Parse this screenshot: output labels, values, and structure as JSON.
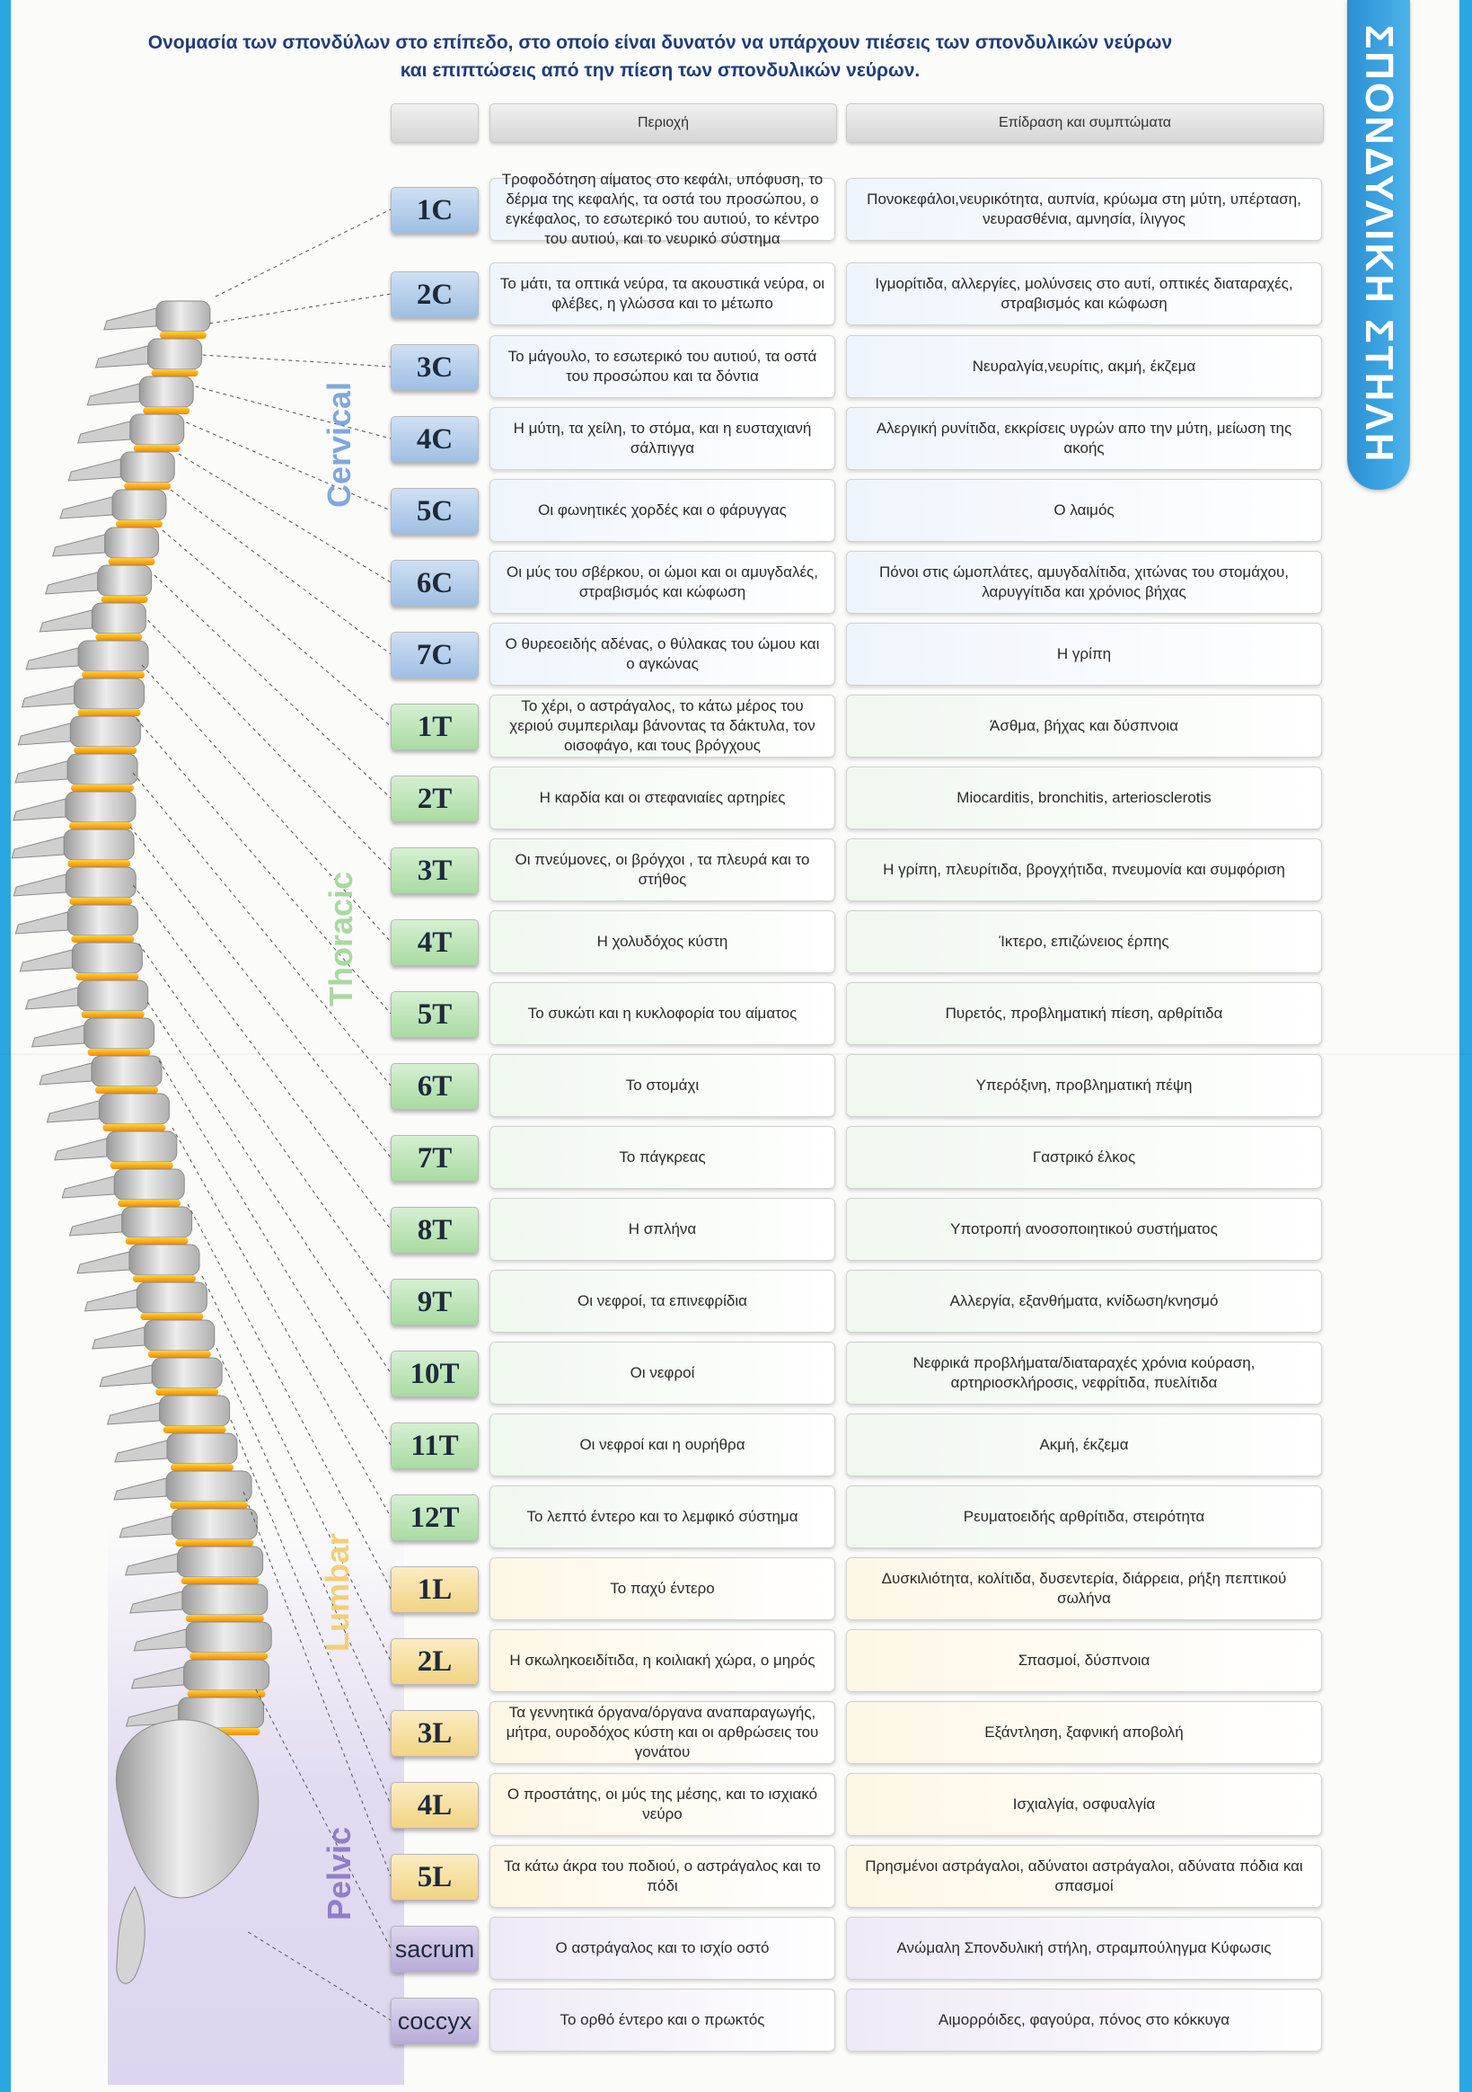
{
  "title": {
    "line1": "Ονομασία των σπονδύλων στο επίπεδο, στο οποίο είναι δυνατόν να υπάρχουν πιέσεις των σπονδυλικών νεύρων",
    "line2": "και επιπτώσεις από την πίεση των σπονδυλικών νεύρων."
  },
  "side_tab": "ΣΠΟΝΔΥΛΙΚΗ ΣΤΗΛΗ",
  "headers": {
    "region": "Περιοχή",
    "effect": "Επίδραση και συμπτώματα"
  },
  "region_labels": {
    "cervical": "Cervical",
    "thoracic": "Thoracic",
    "lumbar": "Lumbar",
    "pelvic": "Pelvic"
  },
  "colors": {
    "cervical": "#9fbfe4",
    "thoracic": "#a9dba2",
    "lumbar": "#f1d383",
    "pelvic": "#b8abd9",
    "accent": "#2aa6e0",
    "title": "#1f3d7a"
  },
  "rows": [
    {
      "label": "1C",
      "group": "cervical",
      "region": "Τροφοδότηση αίματος στο κεφάλι, υπόφυση, το δέρμα της κεφαλής, τα οστά του προσώπου, ο εγκέφαλος, το εσωτερικό του αυτιού, το κέντρο του αυτιού, και το νευρικό σύστημα",
      "effect": "Πονοκεφάλοι,νευρικότητα, αυπνία, κρύωμα στη μύτη, υπέρταση, νευρασθένια, αμνησία, ίλιγγος"
    },
    {
      "label": "2C",
      "group": "cervical",
      "region": "Το μάτι, τα οπτικά νεύρα, τα ακουστικά νεύρα, οι φλέβες, η γλώσσα και το μέτωπο",
      "effect": "Ιγμορίτιδα, αλλεργίες, μολύνσεις στο αυτί, οπτικές διαταραχές, στραβισμός και κώφωση"
    },
    {
      "label": "3C",
      "group": "cervical",
      "region": "Το μάγουλο, το εσωτερικό του αυτιού, τα οστά του προσώπου και τα δόντια",
      "effect": "Νευραλγία,νευρίτις, ακμή, έκζεμα"
    },
    {
      "label": "4C",
      "group": "cervical",
      "region": "Η μύτη, τα χείλη, το στόμα, και η ευσταχιανή σάλπιγγα",
      "effect": "Αλεργική ρυνίτιδα, εκκρίσεις υγρών απο την μύτη, μείωση της ακοής"
    },
    {
      "label": "5C",
      "group": "cervical",
      "region": "Οι φωνητικές χορδές και ο φάρυγγας",
      "effect": "Ο λαιμός"
    },
    {
      "label": "6C",
      "group": "cervical",
      "region": "Οι μύς του σβέρκου, οι ώμοι και οι αμυγδαλές, στραβισμός και κώφωση",
      "effect": "Πόνοι στις ώμοπλάτες, αμυγδαλίτιδα, χιτώνας του στομάχου, λαρυγγίτιδα και χρόνιος βήχας"
    },
    {
      "label": "7C",
      "group": "cervical",
      "region": "Ο θυρεοειδής αδένας, ο θύλακας του ώμου και ο αγκώνας",
      "effect": "Η γρίπη"
    },
    {
      "label": "1T",
      "group": "thoracic",
      "region": "Το χέρι, ο αστράγαλος, το κάτω μέρος του χεριού συμπεριλαμ βάνοντας τα δάκτυλα, τον οισοφάγο, και τους βρόγχους",
      "effect": "Άσθμα, βήχας και δύσπνοια"
    },
    {
      "label": "2T",
      "group": "thoracic",
      "region": "Η καρδία και οι στεφανιαίες αρτηρίες",
      "effect": "Miocarditis, bronchitis, arteriosclerotis"
    },
    {
      "label": "3T",
      "group": "thoracic",
      "region": "Οι πνεύμονες, οι βρόγχοι , τα πλευρά και το στήθος",
      "effect": "Η γρίπη, πλευρίτιδα, βρογχήτιδα, πνευμονία και συμφόριση"
    },
    {
      "label": "4T",
      "group": "thoracic",
      "region": "Η χολυδόχος κύστη",
      "effect": "Ίκτερο, επιζώνειος έρπης"
    },
    {
      "label": "5T",
      "group": "thoracic",
      "region": "Το συκώτι και η κυκλοφορία του αίματος",
      "effect": "Πυρετός, προβληματική πίεση, αρθρίτιδα"
    },
    {
      "label": "6T",
      "group": "thoracic",
      "region": "Το στομάχι",
      "effect": "Υπερόξινη, προβληματική πέψη"
    },
    {
      "label": "7T",
      "group": "thoracic",
      "region": "Το πάγκρεας",
      "effect": "Γαστρικό έλκος"
    },
    {
      "label": "8T",
      "group": "thoracic",
      "region": "Η σπλήνα",
      "effect": "Υποτροπή ανοσοποιητικού συστήματος"
    },
    {
      "label": "9T",
      "group": "thoracic",
      "region": "Οι νεφροί, τα επινεφρίδια",
      "effect": "Αλλεργία, εξανθήματα, κνίδωση/κνησμό"
    },
    {
      "label": "10T",
      "group": "thoracic",
      "region": "Οι νεφροί",
      "effect": "Νεφρικά προβλήματα/διαταραχές χρόνια κούραση, αρτηριοσκλήροσις, νεφρίτιδα, πυελίτιδα"
    },
    {
      "label": "11T",
      "group": "thoracic",
      "region": "Οι νεφροί και η ουρήθρα",
      "effect": "Ακμή, έκζεμα"
    },
    {
      "label": "12T",
      "group": "thoracic",
      "region": "Το λεπτό έντερο και το λεμφικό σύστημα",
      "effect": "Ρευματοειδής αρθρίτιδα, στειρότητα"
    },
    {
      "label": "1L",
      "group": "lumbar",
      "region": "Το παχύ έντερο",
      "effect": "Δυσκιλιότητα, κολίτιδα, δυσεντερία, διάρρεια, ρήξη πεπτικού σωλήνα"
    },
    {
      "label": "2L",
      "group": "lumbar",
      "region": "Η σκωληκοειδίτιδα, η κοιλιακή χώρα, ο μηρός",
      "effect": "Σπασμοί, δύσπνοια"
    },
    {
      "label": "3L",
      "group": "lumbar",
      "region": "Τα γεννητικά όργανα/όργανα αναπαραγωγής, μήτρα, ουροδόχος κύστη και οι αρθρώσεις του γονάτου",
      "effect": "Εξάντληση, ξαφνική αποβολή"
    },
    {
      "label": "4L",
      "group": "lumbar",
      "region": "Ο προστάτης, οι μύς της μέσης, και το ισχιακό νεύρο",
      "effect": "Ισχιαλγία, οσφυαλγία"
    },
    {
      "label": "5L",
      "group": "lumbar",
      "region": "Τα κάτω άκρα του ποδιού, ο αστράγαλος και το πόδι",
      "effect": "Πρησμένοι αστράγαλοι, αδύνατοι αστράγαλοι, αδύνατα πόδια και σπασμοί"
    },
    {
      "label": "sacrum",
      "group": "pelvic",
      "region": "Ο αστράγαλος και το ισχίο οστό",
      "effect": "Ανώμαλη Σπονδυλική στήλη, στραμπούληγμα Κύφωσις"
    },
    {
      "label": "coccyx",
      "group": "pelvic",
      "region": "Το ορθό έντερο και ο πρωκτός",
      "effect": "Αιμορρόιδες, φαγούρα, πόνος στο κόκκυγα"
    }
  ]
}
